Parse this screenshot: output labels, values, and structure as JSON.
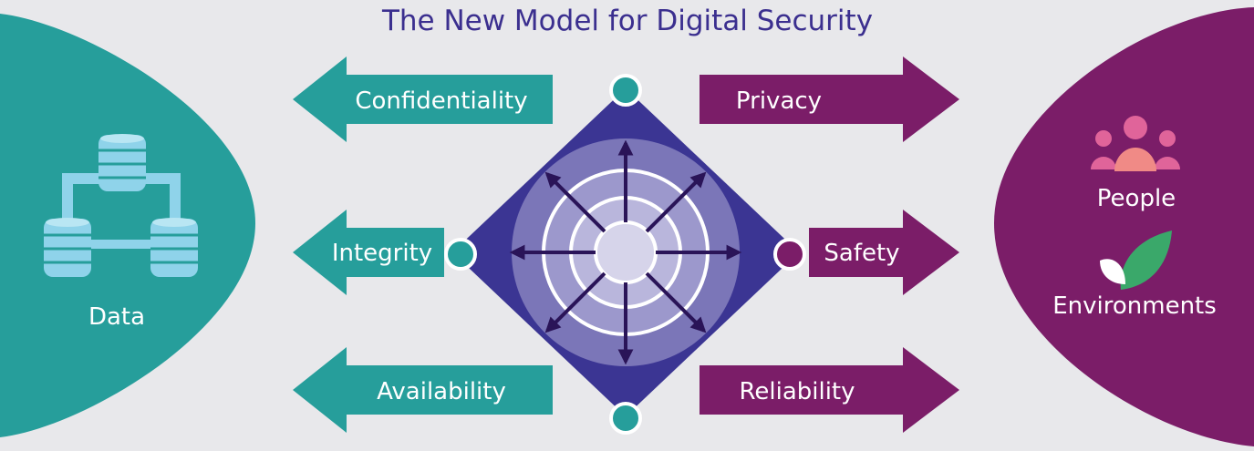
{
  "title": "The New Model for Digital Security",
  "left": {
    "label": "Data",
    "icon": "database-network-icon",
    "color": "#269e9b",
    "arrows": [
      "Confidentiality",
      "Integrity",
      "Availability"
    ]
  },
  "right": {
    "labels": [
      "People",
      "Environments"
    ],
    "icons": [
      "people-group-icon",
      "leaf-icon"
    ],
    "color": "#7b1d68",
    "arrows": [
      "Privacy",
      "Safety",
      "Reliability"
    ]
  },
  "center": {
    "icon": "radiating-target-icon",
    "colors": {
      "diamond": "#3b3593",
      "ring_outer": "#7b76b8",
      "ring_middle": "#9c98cc",
      "ring_inner": "#b9b6dc",
      "core": "#d6d4ea",
      "arrows": "#2a1458"
    }
  },
  "colors": {
    "background": "#e8e8eb",
    "title": "#3b2f8f",
    "icon_light": "#8fd3ea",
    "people": "#e0649a",
    "leaf": "#3aa86a"
  }
}
